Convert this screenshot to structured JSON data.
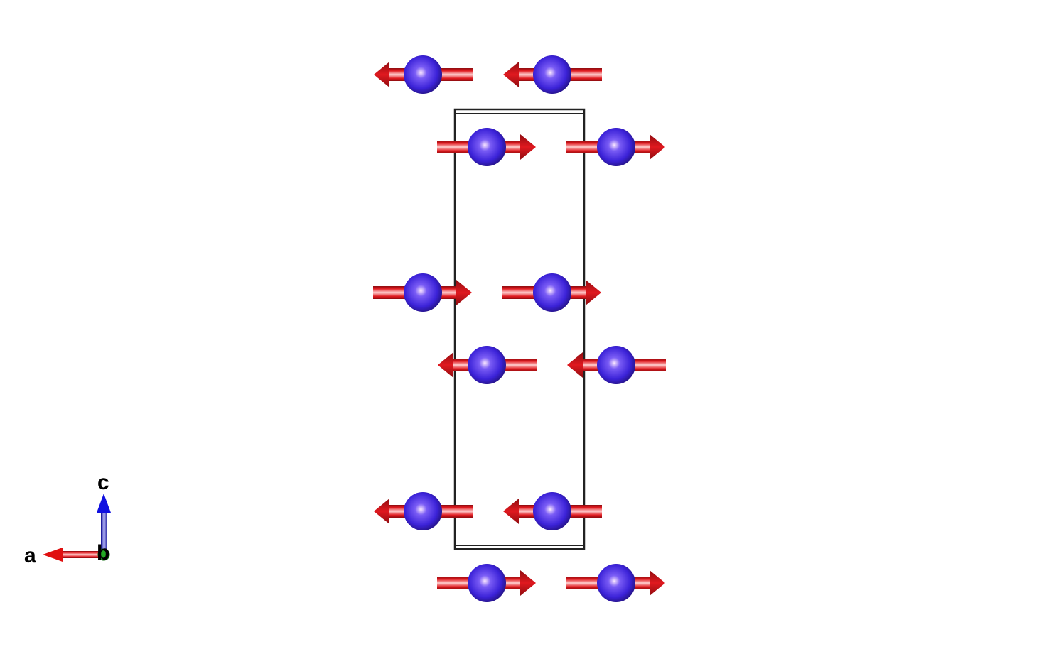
{
  "colors": {
    "atom": "#3b22d8",
    "atom_dark": "#22117a",
    "atom_highlight": "#fbe8ff",
    "spin_arrow": "#e0191f",
    "spin_arrow_dark": "#8e0c10",
    "cell": "#222222",
    "axis_a": "#e01010",
    "axis_b": "#10a010",
    "axis_c": "#1010e0"
  },
  "axes": {
    "a": "a",
    "b": "b",
    "c": "c"
  },
  "atoms": [
    {
      "col": 0,
      "row": 0,
      "spin": "-a"
    },
    {
      "col": 2,
      "row": 0,
      "spin": "-a"
    },
    {
      "col": 1,
      "row": 1,
      "spin": "+a"
    },
    {
      "col": 3,
      "row": 1,
      "spin": "+a"
    },
    {
      "col": 0,
      "row": 3,
      "spin": "+a"
    },
    {
      "col": 2,
      "row": 3,
      "spin": "+a"
    },
    {
      "col": 1,
      "row": 4,
      "spin": "-a"
    },
    {
      "col": 3,
      "row": 4,
      "spin": "-a"
    },
    {
      "col": 0,
      "row": 6,
      "spin": "-a"
    },
    {
      "col": 2,
      "row": 6,
      "spin": "-a"
    },
    {
      "col": 1,
      "row": 7,
      "spin": "+a"
    },
    {
      "col": 3,
      "row": 7,
      "spin": "+a"
    }
  ]
}
